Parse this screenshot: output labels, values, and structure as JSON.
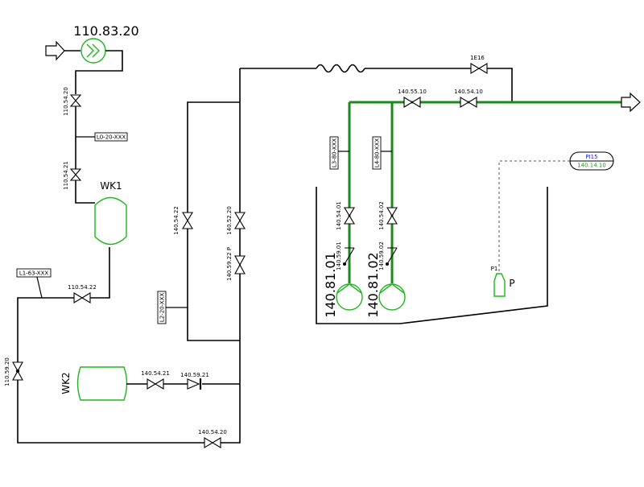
{
  "labels": {
    "pump_top": "110.83.20",
    "valve_v1": "110.54.20",
    "line_l0": "L0-20-XXX",
    "valve_v2": "110.54.21",
    "tank_wk1": "WK1",
    "line_l1": "L1-63-XXX",
    "valve_h1": "110.54.22",
    "valve_left": "110.59.20",
    "tank_wk2": "WK2",
    "valve_h2": "140.54.21",
    "check_h2": "140.59.21",
    "valve_bottom": "140.54.20",
    "valve_mid1": "140.54.22",
    "line_l2": "L2-20-XXX",
    "valve_mid2": "140.52.20",
    "check_mid": "140.59.22 P",
    "valve_top_right": "1E16",
    "valve_g1": "140.55.10",
    "valve_g2": "140.54.10",
    "line_l3": "L3-80-XXX",
    "line_l4": "L4-80-XXX",
    "valve_p1": "140.54.01",
    "check_p1": "140.59.01",
    "pump_p1": "140.81.01",
    "valve_p2": "140.54.02",
    "check_p2": "140.59.02",
    "pump_p2": "140.81.02",
    "instr_top": "PI15",
    "instr_bottom": "140.14.10",
    "sensor_tag": "P1",
    "sensor_letter": "P"
  },
  "colors": {
    "line": "#000000",
    "highlight_pipe": "#1a8a1a",
    "equipment": "#1db51d",
    "instrument_text": "#1a1ac8"
  }
}
